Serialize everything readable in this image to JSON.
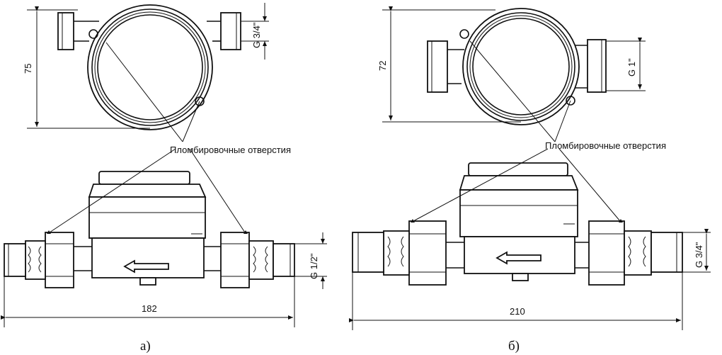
{
  "panel_a": {
    "height_dim": "75",
    "thread_top": "G 3/4\"",
    "seal_label": "Пломбировочные отверстия",
    "thread_side": "G 1/2\"",
    "length_dim": "182",
    "caption": "а)"
  },
  "panel_b": {
    "height_dim": "72",
    "thread_top": "G 1\"",
    "seal_label": "Пломбировочные отверстия",
    "thread_side": "G 3/4\"",
    "length_dim": "210",
    "caption": "б)"
  }
}
